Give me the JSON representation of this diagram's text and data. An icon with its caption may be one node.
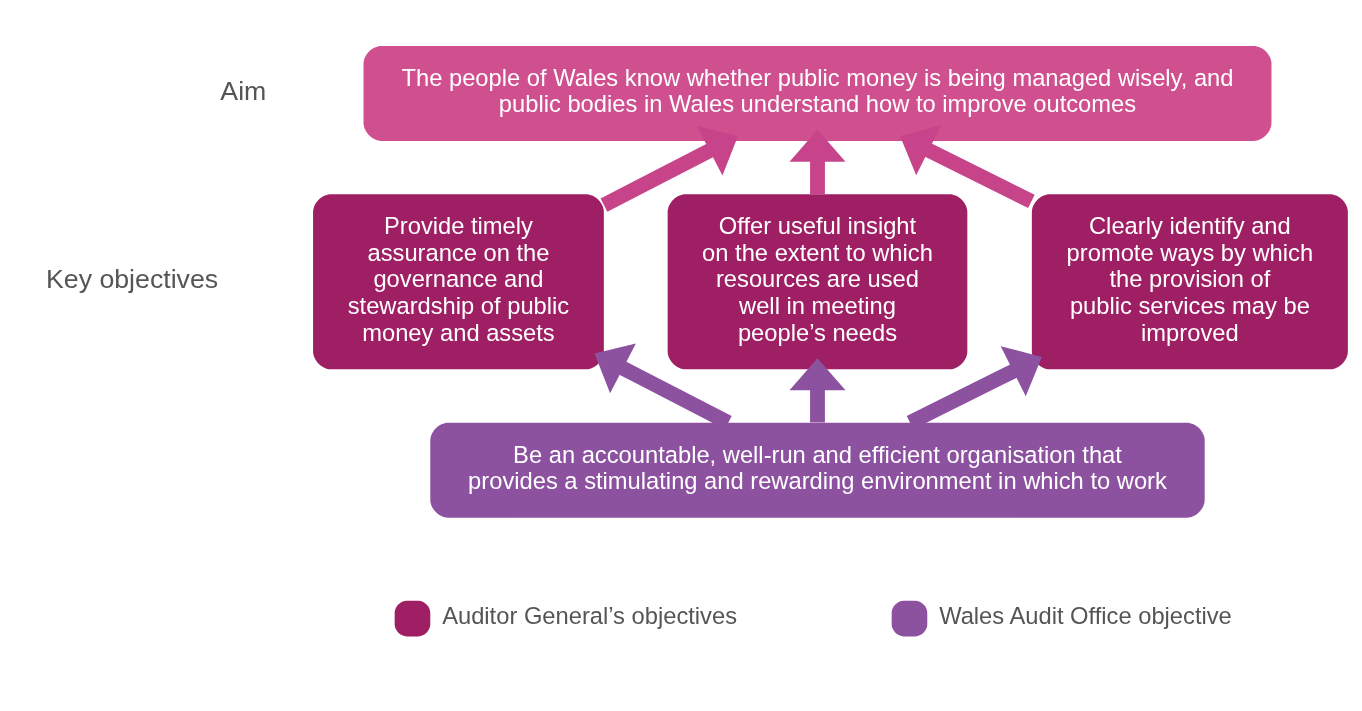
{
  "diagram": {
    "nodes": [
      {
        "text": [
          "The people of Wales know whether public money is being managed wisely, and public bodies in Wales understand how to improve outcomes"
        ]
      },
      {
        "text": [
          "Provide timely assurance on the governance and stewardship of public money and assets"
        ]
      },
      {
        "text": [
          "Offer useful insight on the extent to which resources are used well in meeting people’s needs"
        ]
      },
      {
        "text": [
          "Clearly identify and promote ways by which the provision of public services may be improved"
        ]
      },
      {
        "text": [
          "Be an accountable, well-run and efficient organisation that provides a stimulating and rewarding environment in which to work"
        ]
      }
    ],
    "edges": [
      {
        "from": 1,
        "to": 0,
        "arrow": "to",
        "color": "#c8448a"
      },
      {
        "from": 2,
        "to": 0,
        "arrow": "to",
        "color": "#c8448a"
      },
      {
        "from": 3,
        "to": 0,
        "arrow": "to",
        "color": "#c8448a"
      },
      {
        "from": 4,
        "to": 1,
        "arrow": "to",
        "color": "#8c52a0"
      },
      {
        "from": 4,
        "to": 2,
        "arrow": "to",
        "color": "#8c52a0"
      },
      {
        "from": 4,
        "to": 3,
        "arrow": "to",
        "color": "#8c52a0"
      }
    ],
    "labels": [
      "Aim",
      "Key objectives"
    ],
    "legend": [
      {
        "text": "Auditor General’s objectives",
        "color": "#9e1f63"
      },
      {
        "text": "Wales Audit Office objective",
        "color": "#8c52a0"
      }
    ]
  }
}
